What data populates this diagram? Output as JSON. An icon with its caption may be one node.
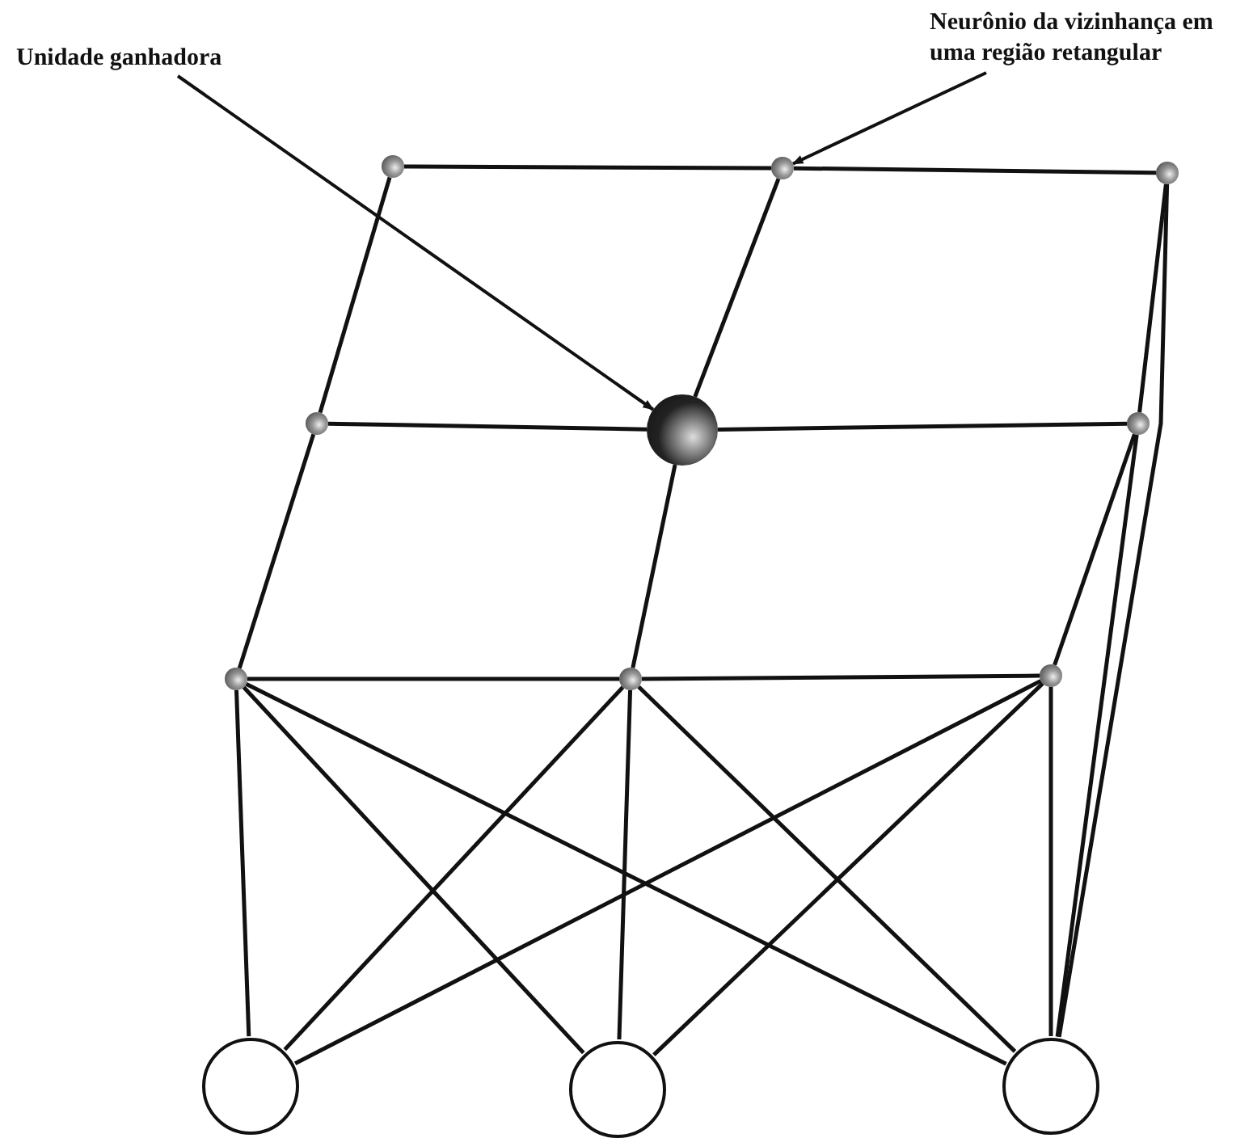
{
  "diagram": {
    "nodes": [
      {
        "text": [
          "Unidade ganhadora"
        ]
      },
      {
        "text": [
          "Neurônio da vizinhança em uma região retangular"
        ]
      },
      {
        "text": [],
        "shape": "circle"
      },
      {
        "text": [],
        "shape": "circle"
      },
      {
        "text": [],
        "shape": "circle"
      },
      {
        "text": [],
        "shape": "circle"
      },
      {
        "text": [],
        "shape": "circle"
      },
      {
        "text": [],
        "shape": "circle"
      },
      {
        "text": [],
        "shape": "circle"
      },
      {
        "text": [],
        "shape": "circle"
      },
      {
        "text": [],
        "shape": "circle"
      },
      {
        "text": [],
        "shape": "circle"
      },
      {
        "text": [],
        "shape": "circle"
      },
      {
        "text": [],
        "shape": "circle"
      }
    ],
    "edges": [
      {
        "from": 0,
        "to": 6,
        "arrow": "to"
      },
      {
        "from": 1,
        "to": 3,
        "arrow": "to"
      },
      {
        "from": 2,
        "to": 3,
        "arrow": "none"
      },
      {
        "from": 3,
        "to": 4,
        "arrow": "none"
      },
      {
        "from": 5,
        "to": 6,
        "arrow": "none"
      },
      {
        "from": 6,
        "to": 7,
        "arrow": "none"
      },
      {
        "from": 8,
        "to": 9,
        "arrow": "none"
      },
      {
        "from": 9,
        "to": 10,
        "arrow": "none"
      },
      {
        "from": 2,
        "to": 5,
        "arrow": "none"
      },
      {
        "from": 5,
        "to": 8,
        "arrow": "none"
      },
      {
        "from": 3,
        "to": 6,
        "arrow": "none"
      },
      {
        "from": 6,
        "to": 9,
        "arrow": "none"
      },
      {
        "from": 4,
        "to": 7,
        "arrow": "none"
      },
      {
        "from": 7,
        "to": 10,
        "arrow": "none"
      },
      {
        "from": 11,
        "to": 8,
        "arrow": "none"
      },
      {
        "from": 11,
        "to": 9,
        "arrow": "none"
      },
      {
        "from": 11,
        "to": 10,
        "arrow": "none"
      },
      {
        "from": 12,
        "to": 8,
        "arrow": "none"
      },
      {
        "from": 12,
        "to": 9,
        "arrow": "none"
      },
      {
        "from": 12,
        "to": 10,
        "arrow": "none"
      },
      {
        "from": 13,
        "to": 8,
        "arrow": "none"
      },
      {
        "from": 13,
        "to": 9,
        "arrow": "none"
      },
      {
        "from": 13,
        "to": 10,
        "arrow": "none"
      },
      {
        "from": 13,
        "to": 7,
        "arrow": "none"
      },
      {
        "from": 13,
        "to": 4,
        "arrow": "none"
      }
    ]
  }
}
